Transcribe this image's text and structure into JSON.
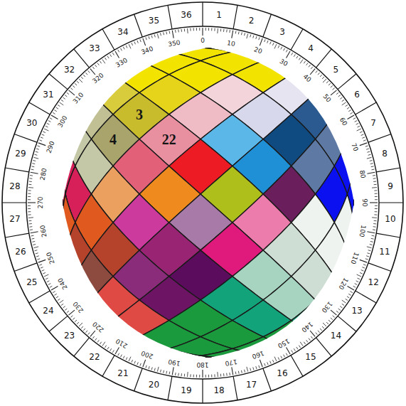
{
  "diagram": {
    "labels": [
      "1",
      "2",
      "3",
      "4",
      "5",
      "6",
      "7",
      "8",
      "9",
      "10",
      "11",
      "12",
      "13",
      "14",
      "15",
      "16",
      "17",
      "18",
      "19",
      "20",
      "21",
      "22",
      "23",
      "24",
      "25",
      "26",
      "27",
      "28",
      "29",
      "30",
      "31",
      "32",
      "33",
      "34",
      "35",
      "36",
      "0",
      "10",
      "20",
      "30",
      "40",
      "50",
      "60",
      "70",
      "80",
      "90",
      "100",
      "110",
      "120",
      "130",
      "140",
      "150",
      "160",
      "170",
      "180",
      "190",
      "200",
      "210",
      "220",
      "230",
      "240",
      "250",
      "260",
      "270",
      "280",
      "290",
      "300",
      "310",
      "320",
      "330",
      "340",
      "350",
      "3",
      "22",
      "4"
    ]
  }
}
